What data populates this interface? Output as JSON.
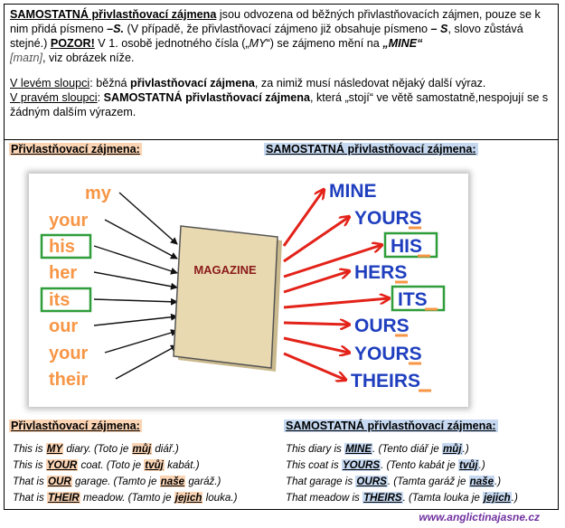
{
  "intro": {
    "p1_a": "SAMOSTATNÁ přivlastňovací zájmena",
    "p1_b": " jsou odvozena od běžných přivlastňovacích zájmen, pouze se k nim přidá písmeno ",
    "p1_c": "–S.",
    "p1_d": " (V případě, že přivlastňovací zájmeno již obsahuje písmeno ",
    "p1_e": "– S",
    "p1_f": ", slovo zůstává stejné.) ",
    "p1_g": "POZOR!",
    "p1_h": " V 1. osobě jednotného čísla („",
    "p1_i": "MY",
    "p1_j": "“) se zájmeno mění na ",
    "p1_k": "„MINE“",
    "p1_l": "[maɪn]",
    "p1_m": ", viz obrázek níže.",
    "p2_a": "V levém sloupci",
    "p2_b": ": běžná ",
    "p2_c": "přivlastňovací zájmena",
    "p2_d": ", za nimiž musí následovat nějaký další výraz.",
    "p3_a": "V pravém sloupci",
    "p3_b": ": ",
    "p3_c": "SAMOSTATNÁ přivlastňovací zájmena",
    "p3_d": ", která „stojí“ ve větě samostatně,nespojují se s žádným dalším výrazem."
  },
  "column_heads": {
    "left": "Přivlastňovací zájmena",
    "right": "SAMOSTATNÁ přivlastňovací zájmena"
  },
  "colon": ":",
  "picture": {
    "center_label": "MAGAZINE",
    "left_words": [
      "my",
      "your",
      "his",
      "her",
      "its",
      "our",
      "your",
      "their"
    ],
    "right_words": [
      "MINE",
      "YOURS",
      "HIS",
      "HERS",
      "ITS",
      "OURS",
      "YOURS",
      "THEIRS"
    ],
    "colors": {
      "orange": "#f79646",
      "blue": "#1f3fbf",
      "red": "#e32219",
      "green": "#2e9d3a",
      "book": "#e8d9b0"
    }
  },
  "examples_left": [
    {
      "a": "This is ",
      "hl": "MY",
      "b": " diary. (Toto je ",
      "hl2": "můj",
      "c": " diář.)"
    },
    {
      "a": "This is ",
      "hl": "YOUR",
      "b": " coat. (Toto je ",
      "hl2": "tvůj",
      "c": " kabát.)"
    },
    {
      "a": "That is ",
      "hl": "OUR",
      "b": " garage. (Tamto je ",
      "hl2": "naše",
      "c": " garáž.)"
    },
    {
      "a": "That is ",
      "hl": "THEIR",
      "b": " meadow. (Tamto je ",
      "hl2": "jejich",
      "c": " louka.)"
    }
  ],
  "examples_right": [
    {
      "a": "This diary is ",
      "hl": "MINE",
      "b": ". (Tento diář je ",
      "hl2": "můj",
      "c": ".)"
    },
    {
      "a": "This coat is ",
      "hl": "YOURS",
      "b": ". (Tento kabát je ",
      "hl2": "tvůj",
      "c": ".)"
    },
    {
      "a": "That garage is ",
      "hl": "OURS",
      "b": ". (Tamta garáž je ",
      "hl2": "naše",
      "c": ".)"
    },
    {
      "a": "That meadow is ",
      "hl": "THEIRS",
      "b": ". (Tamta louka je ",
      "hl2": "jejich",
      "c": ".)"
    }
  ],
  "footer": "www.anglictinajasne.cz"
}
